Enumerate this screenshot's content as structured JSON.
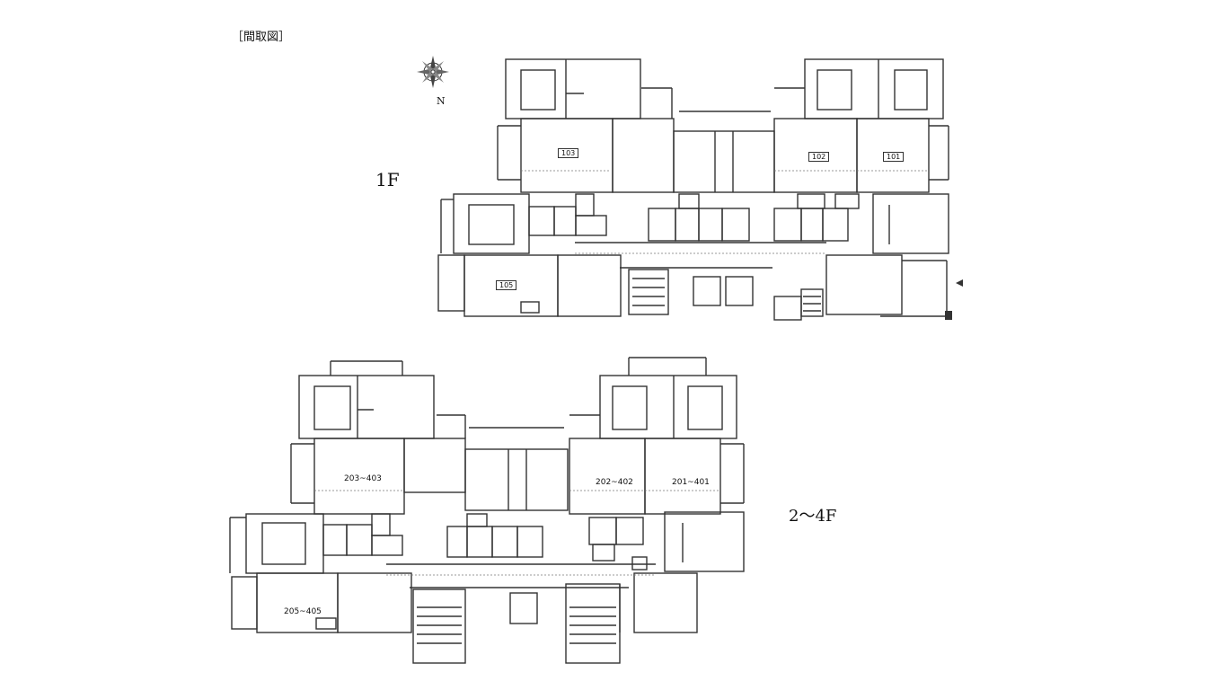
{
  "title": "［間取図］",
  "floors": {
    "first": "1F",
    "upper": "2～4F"
  },
  "compass": {
    "north": "N"
  },
  "units_1f": [
    "103",
    "102",
    "101",
    "105"
  ],
  "units_upper": [
    "203~403",
    "202~402",
    "201~401",
    "205~405"
  ],
  "colors": {
    "line": "#333333",
    "fill": "#ffffff",
    "marker": "#333333"
  }
}
